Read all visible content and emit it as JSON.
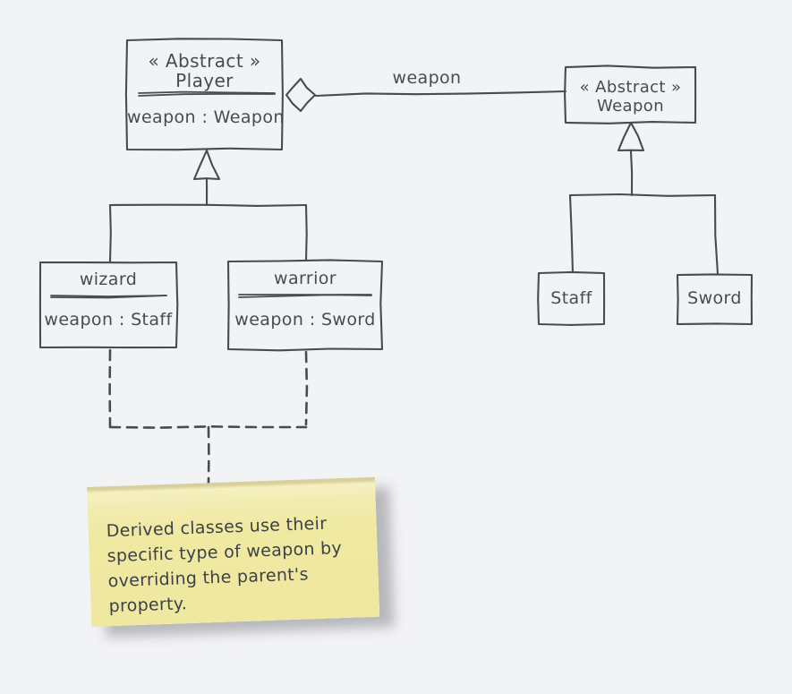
{
  "colors": {
    "background": "#f2f3f5",
    "ink": "#474b53",
    "note_fill": "#f0e9a2",
    "note_fill_light": "#f5f0bf",
    "note_top_edge": "#d8d09b",
    "note_text": "#3c414a"
  },
  "diagram": {
    "player": {
      "stereotype": "« Abstract »",
      "name": "Player",
      "attribute": "weapon : Weapon"
    },
    "weapon": {
      "stereotype": "« Abstract »",
      "name": "Weapon"
    },
    "wizard": {
      "name": "wizard",
      "attribute": "weapon : Staff"
    },
    "warrior": {
      "name": "warrior",
      "attribute": "weapon : Sword"
    },
    "staff": {
      "name": "Staff"
    },
    "sword": {
      "name": "Sword"
    },
    "association": {
      "label": "weapon",
      "type": "aggregation"
    },
    "note": {
      "lines": [
        "Derived classes use their",
        "specific type of weapon by",
        "overriding the parent's property."
      ]
    }
  }
}
